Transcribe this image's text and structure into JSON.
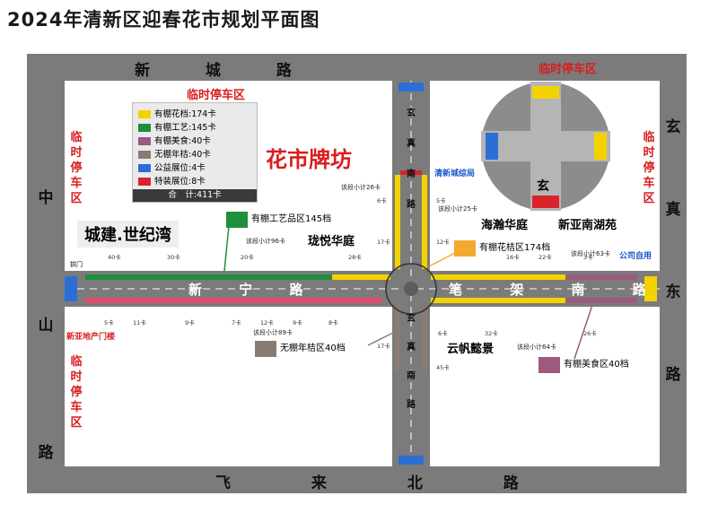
{
  "title": "2024年清新区迎春花市规划平面图",
  "roads": {
    "north": "新 城 路",
    "south": "飞 来 北 路",
    "west": "中山路",
    "east": "玄真东路",
    "center_left": "新 宁 路",
    "center_right": "笔 架 南 路",
    "north_vertical": "玄真南路",
    "south_vertical": "玄真南路"
  },
  "parking": {
    "top_right": "临时停车区",
    "top_left": "临时停车区",
    "left_top": "临时停车区",
    "left_bottom": "临时停车区",
    "right": "临时停车区"
  },
  "legend": {
    "items": [
      {
        "label": "有棚花档:174卡",
        "color": "#f3d200"
      },
      {
        "label": "有棚工艺:145卡",
        "color": "#1f8f3a"
      },
      {
        "label": "有棚美食:40卡",
        "color": "#9c5a7e"
      },
      {
        "label": "无棚年桔:40卡",
        "color": "#8a7b72"
      },
      {
        "label": "公益展位:4卡",
        "color": "#2b6fd6"
      },
      {
        "label": "特装展位:8卡",
        "color": "#d8242a"
      }
    ],
    "total": "合　计:411卡"
  },
  "landmarks": {
    "arch": "花市牌坊",
    "chengjian": "城建.世纪湾",
    "longyue": "珑悦华庭",
    "haihan": "海瀚华庭",
    "xinya": "新亚南湖苑",
    "yunfan": "云帆懿景",
    "police": "清新城综局",
    "company": "公司自用",
    "gate": "新亚地产门楼",
    "entrance": "拱门",
    "xuan": "玄"
  },
  "zones": {
    "craft": {
      "label": "有棚工艺品区145档",
      "color": "#1f8f3a"
    },
    "flower": {
      "label": "有棚花桔区174档",
      "color": "#f3a830"
    },
    "orange": {
      "label": "无棚年桔区40档",
      "color": "#8a7b72"
    },
    "food": {
      "label": "有棚美食区40档",
      "color": "#9c5a7e"
    }
  },
  "subtotals": {
    "north": "该段小计26卡",
    "north2": "该段小计25卡",
    "west": "该段小计96卡",
    "west_south": "该段小计89卡",
    "east": "该段小计63卡",
    "east_south": "该段小计64卡"
  },
  "counts": {
    "w1": "40卡",
    "w2": "30卡",
    "w3": "20卡",
    "w4": "28卡",
    "ws1": "5卡",
    "ws2": "11卡",
    "ws3": "9卡",
    "ws4": "7卡",
    "ws5": "12卡",
    "ws6": "9卡",
    "ws7": "8卡",
    "e1": "16卡",
    "e2": "22卡",
    "e3": "3卡",
    "es1": "6卡",
    "es2": "32卡",
    "es3": "26卡",
    "n1": "6卡",
    "n2": "17卡",
    "n3": "5卡",
    "n4": "12卡",
    "s1": "17卡",
    "s2": "45卡"
  },
  "colors": {
    "road": "#7b7b7b",
    "road_dark": "#5c5c5c",
    "flower": "#f3d200",
    "craft": "#1f8f3a",
    "food": "#9c5a7e",
    "orange": "#8a7b72",
    "public": "#2b6fd6",
    "special": "#d8242a",
    "red_text": "#d81e1e"
  }
}
